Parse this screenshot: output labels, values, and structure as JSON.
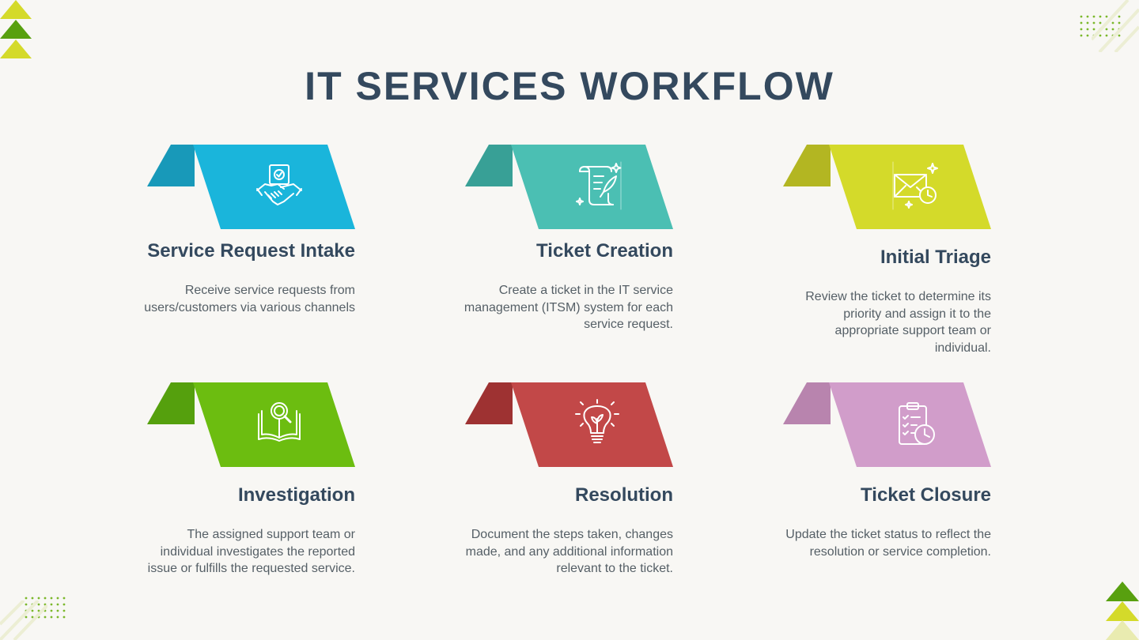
{
  "title": "IT SERVICES WORKFLOW",
  "steps": [
    {
      "title": "Service Request Intake",
      "description": "Receive service requests from users/customers via various channels",
      "icon": "handshake-certificate-icon",
      "color": "#1ab5db",
      "shade": "#1899b9"
    },
    {
      "title": "Ticket Creation",
      "description": "Create a ticket in the IT service management (ITSM) system for each service request.",
      "icon": "scroll-quill-icon",
      "color": "#4bbfb3",
      "shade": "#38a096"
    },
    {
      "title": "Initial Triage",
      "description": "Review the ticket to determine its priority and assign it to the appropriate support team or individual.",
      "icon": "envelope-clock-icon",
      "color": "#d4da2a",
      "shade": "#b3b622"
    },
    {
      "title": "Investigation",
      "description": "The assigned support team or individual investigates the reported issue or fulfills the requested service.",
      "icon": "book-magnifier-icon",
      "color": "#6cbd10",
      "shade": "#55a00d"
    },
    {
      "title": "Resolution",
      "description": "Document the steps taken, changes made, and any additional information relevant to the ticket.",
      "icon": "lightbulb-plant-icon",
      "color": "#c24848",
      "shade": "#9e3232"
    },
    {
      "title": "Ticket Closure",
      "description": "Update the ticket status to reflect the resolution or service completion.",
      "icon": "clipboard-clock-icon",
      "color": "#d19dca",
      "shade": "#b884ae"
    }
  ]
}
